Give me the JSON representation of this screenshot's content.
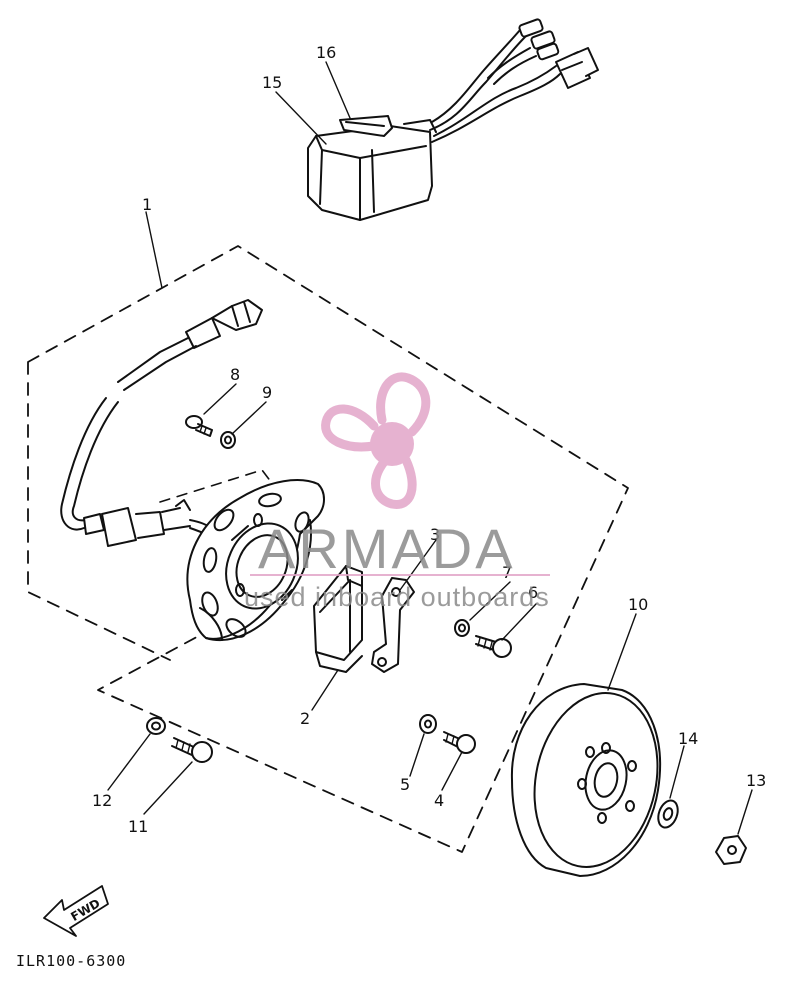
{
  "callouts": [
    "1",
    "2",
    "3",
    "4",
    "5",
    "6",
    "7",
    "8",
    "9",
    "10",
    "11",
    "12",
    "13",
    "14",
    "15",
    "16"
  ],
  "drawing_code": "ILR100-6300",
  "fwd_label": "FWD",
  "watermark": {
    "title": "ARMADA",
    "subtitle": "used inboard outboards",
    "color": "#e2a5c8",
    "text_color": "#8a8a8a"
  },
  "colors": {
    "line": "#111111",
    "background": "#ffffff"
  }
}
